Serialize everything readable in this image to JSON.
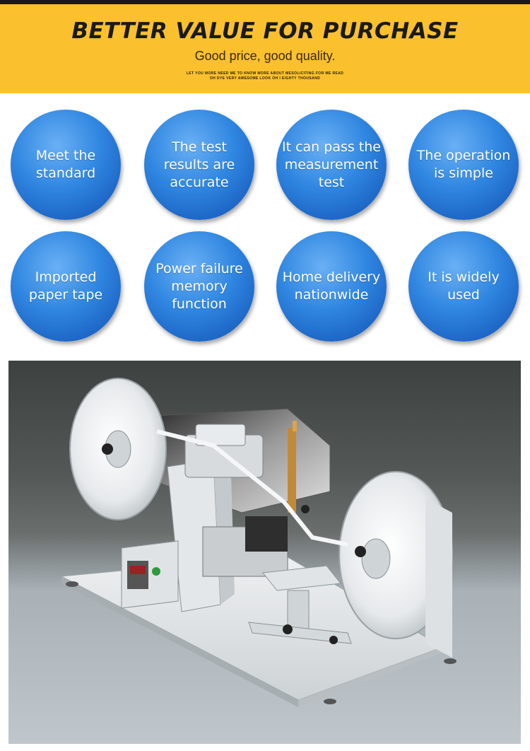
{
  "banner": {
    "title": "BETTER VALUE FOR PURCHASE",
    "subtitle": "Good price, good quality.",
    "fine_line1": "LET YOU MORE NEED ME TO KNOW MORE ABOUT MESOLICITING FOR ME READ",
    "fine_line2": "OH DYE VERY AWESOME LOOK OH I EIGHTY THOUSAND",
    "background": "#fbc02d"
  },
  "features": [
    {
      "l1": "Meet the",
      "l2": "standard",
      "l3": ""
    },
    {
      "l1": "The test",
      "l2": "results are",
      "l3": "accurate"
    },
    {
      "l1": "It can pass the",
      "l2": "measurement",
      "l3": "test"
    },
    {
      "l1": "The operation",
      "l2": "is simple",
      "l3": ""
    },
    {
      "l1": "Imported",
      "l2": "paper tape",
      "l3": ""
    },
    {
      "l1": "Power failure",
      "l2": "memory",
      "l3": "function"
    },
    {
      "l1": "Home delivery",
      "l2": "nationwide",
      "l3": ""
    },
    {
      "l1": "It is widely",
      "l2": "used",
      "l3": ""
    }
  ],
  "colors": {
    "circle": "#2f86e0",
    "accent": "#fbc02d"
  }
}
